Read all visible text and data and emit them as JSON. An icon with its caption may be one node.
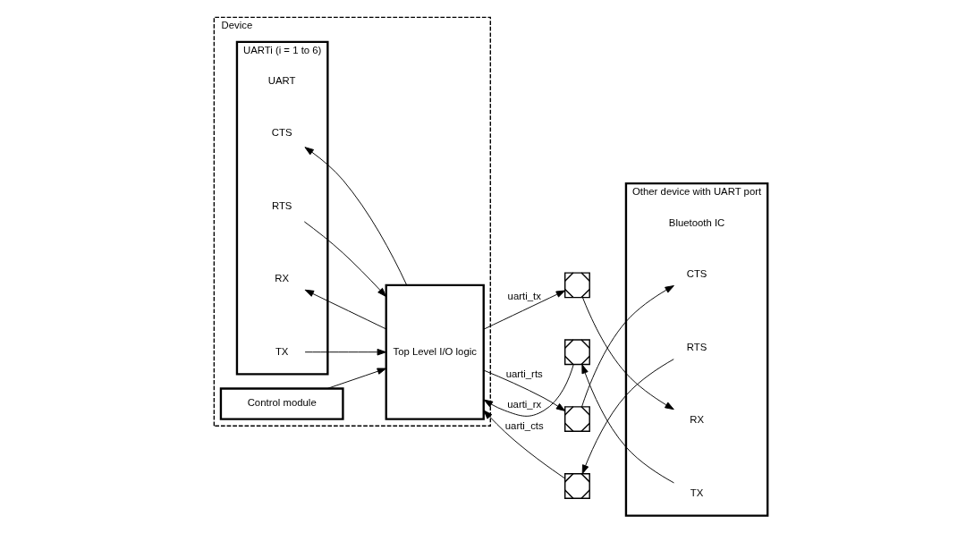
{
  "diagram": {
    "nodes": [
      {
        "text": [
          "Device"
        ]
      },
      {
        "text": [
          "UARTi (i = 1 to 6)",
          "UART"
        ],
        "in": 0
      },
      {
        "text": [
          "TX"
        ],
        "in": 1
      },
      {
        "text": [
          "RX"
        ],
        "in": 1
      },
      {
        "text": [
          "RTS"
        ],
        "in": 1
      },
      {
        "text": [
          "CTS"
        ],
        "in": 1
      },
      {
        "text": [
          "Top Level I/O logic"
        ],
        "in": 0
      },
      {
        "text": [
          "Control module"
        ],
        "in": 0
      },
      {
        "text": [],
        "shape": "box"
      },
      {
        "text": [],
        "shape": "box"
      },
      {
        "text": [],
        "shape": "box"
      },
      {
        "text": [],
        "shape": "box"
      },
      {
        "text": [
          "Other device with UART port",
          "Bluetooth IC"
        ]
      },
      {
        "text": [
          "TX"
        ],
        "in": 12
      },
      {
        "text": [
          "RX"
        ],
        "in": 12
      },
      {
        "text": [
          "RTS"
        ],
        "in": 12
      },
      {
        "text": [
          "CTS"
        ],
        "in": 12
      }
    ],
    "edges": [
      {
        "from": 2,
        "to": 6,
        "arrow": "to"
      },
      {
        "from": 6,
        "to": 3,
        "arrow": "to"
      },
      {
        "from": 4,
        "to": 6,
        "arrow": "to"
      },
      {
        "from": 6,
        "to": 5,
        "arrow": "to"
      },
      {
        "from": 6,
        "to": 8,
        "arrow": "to",
        "label": "uarti_tx"
      },
      {
        "from": 9,
        "to": 6,
        "arrow": "to",
        "label": "uarti_rx"
      },
      {
        "from": 6,
        "to": 10,
        "arrow": "to",
        "label": "uarti_rts"
      },
      {
        "from": 11,
        "to": 6,
        "arrow": "to",
        "label": "uarti_cts"
      },
      {
        "from": 8,
        "to": 14,
        "arrow": "to"
      },
      {
        "from": 13,
        "to": 9,
        "arrow": "to"
      },
      {
        "from": 10,
        "to": 16,
        "arrow": "to"
      },
      {
        "from": 15,
        "to": 11,
        "arrow": "to"
      },
      {
        "from": 7,
        "to": 6,
        "arrow": "to"
      }
    ]
  }
}
